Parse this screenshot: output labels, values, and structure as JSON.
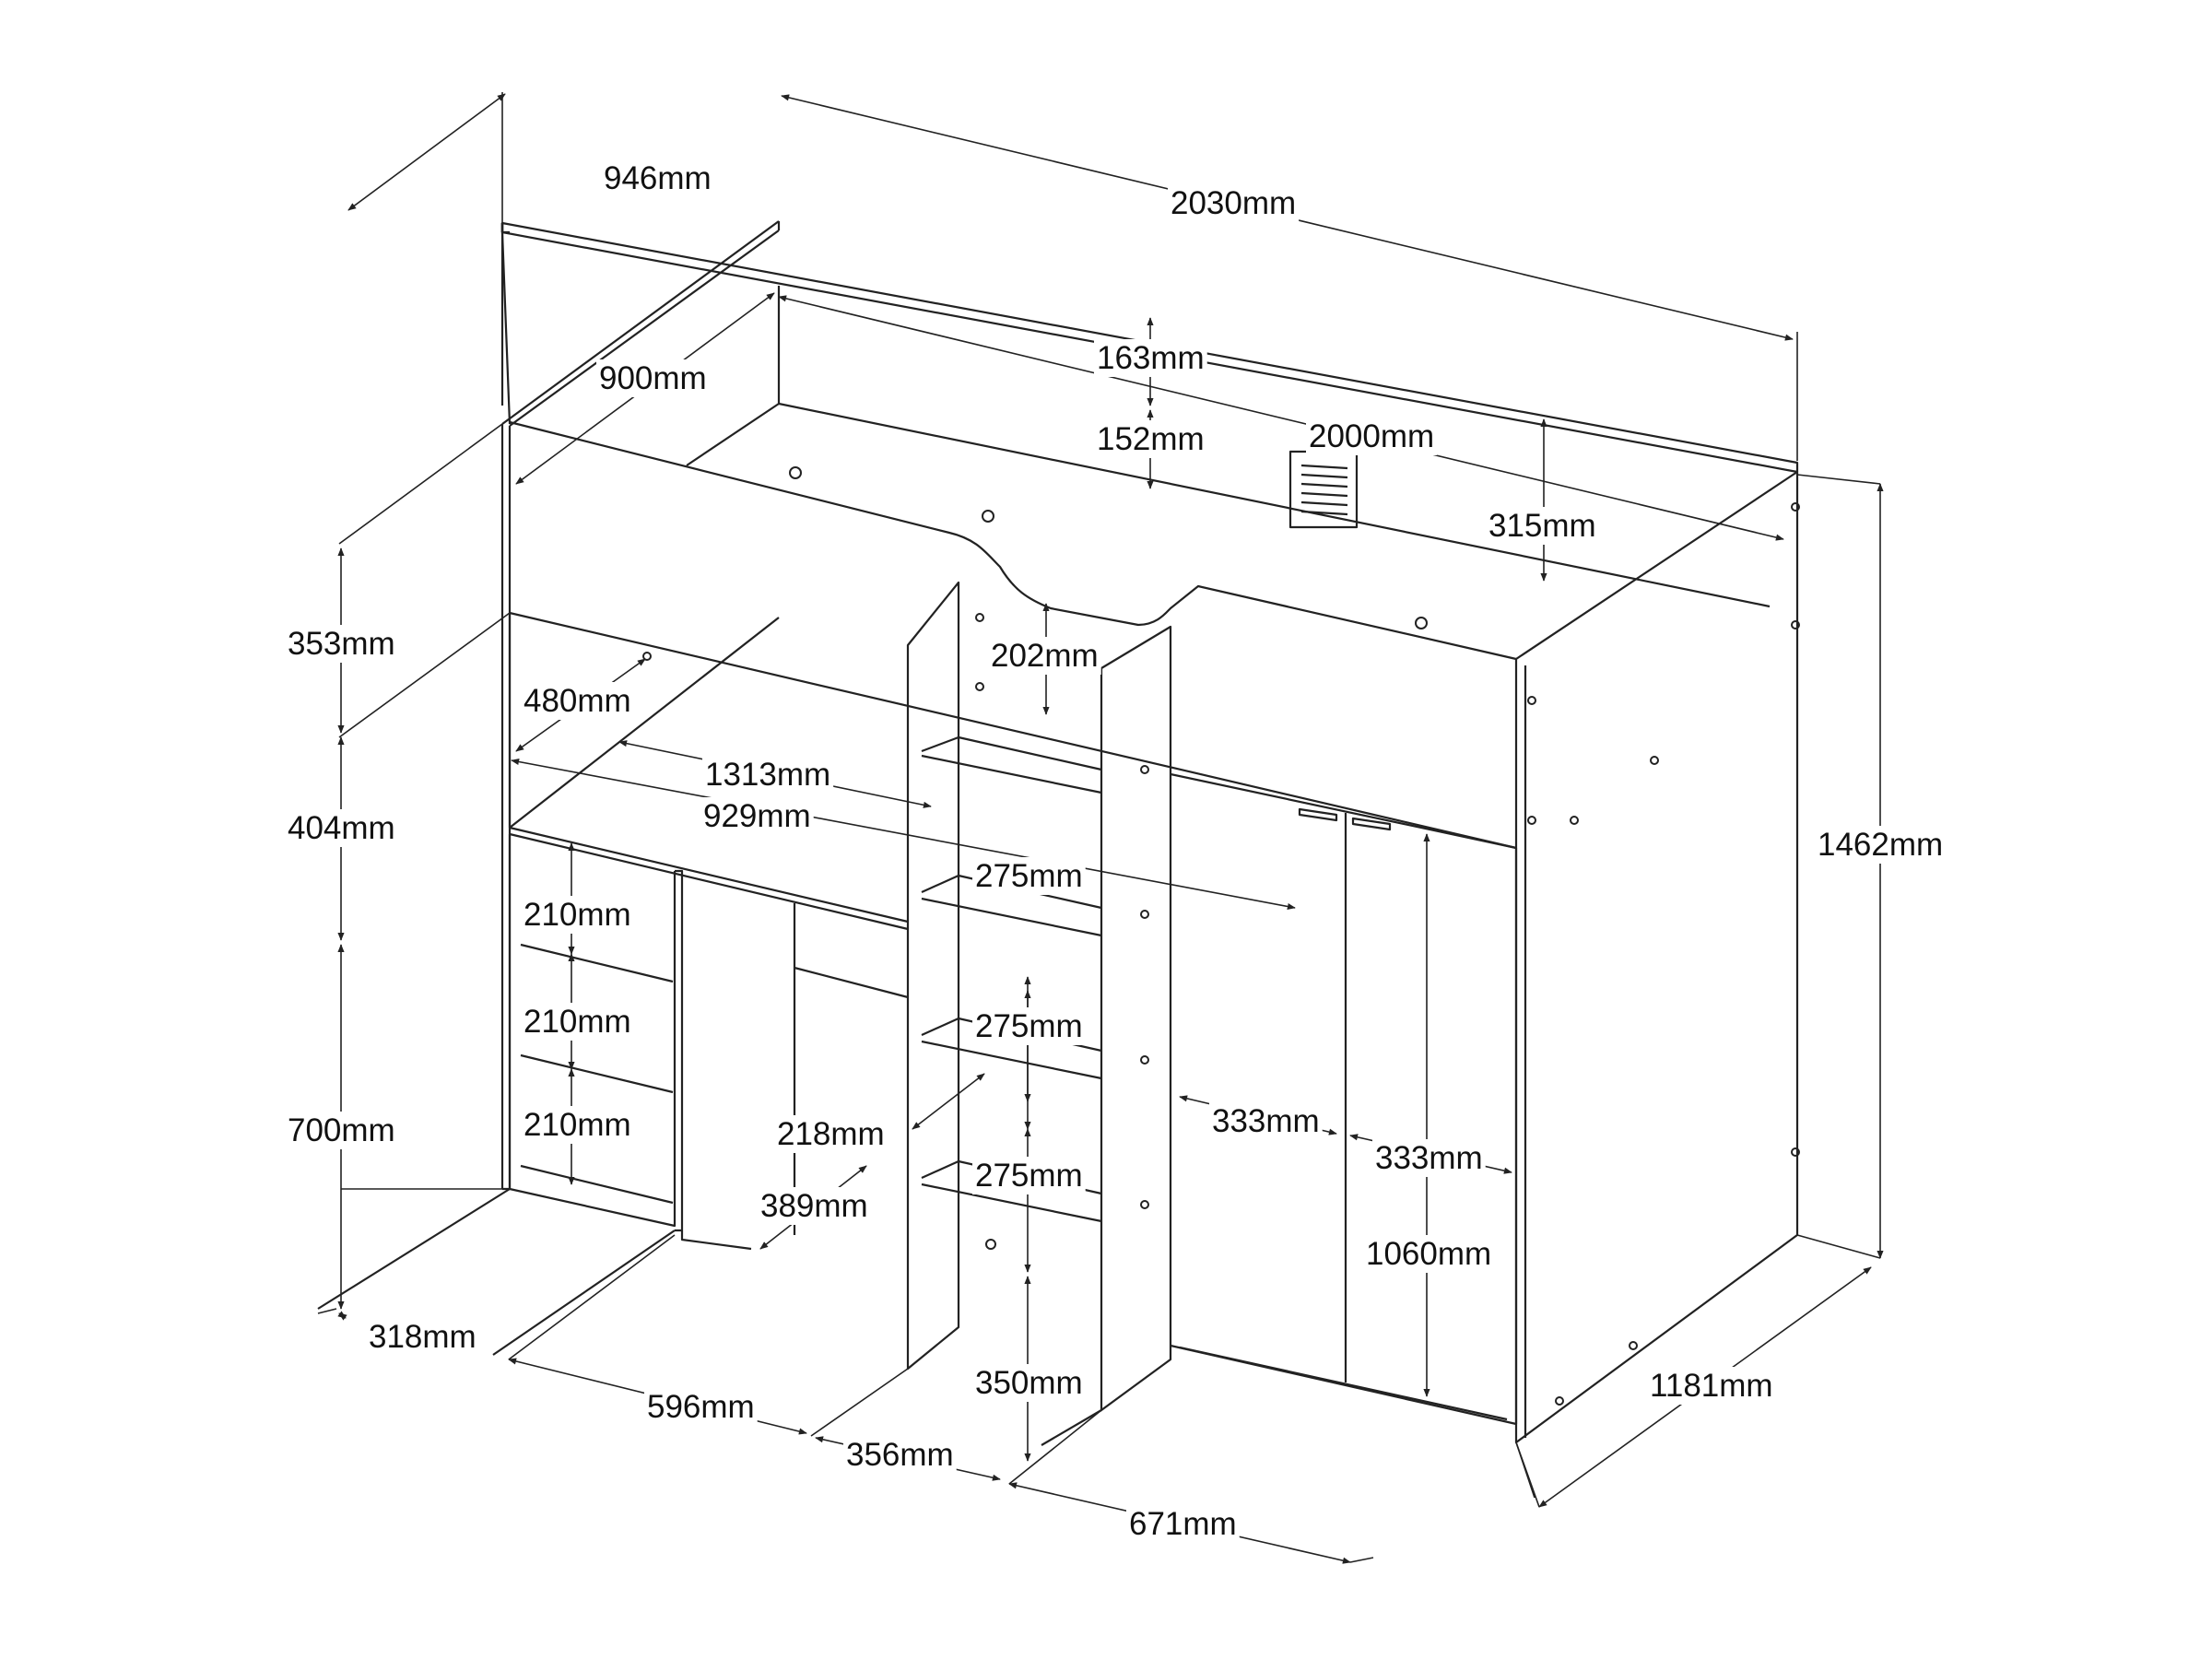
{
  "colors": {
    "line": "#222222",
    "label": "#111111",
    "background": "#ffffff"
  },
  "dimensions": {
    "overall_depth": "946mm",
    "overall_length": "2030mm",
    "mattress_width": "900mm",
    "top_gap": "163mm",
    "guard_height": "152mm",
    "mattress_length": "2000mm",
    "rail_height": "315mm",
    "ladder_gap": "202mm",
    "upper_shelf_height": "353mm",
    "desk_back_height": "480mm",
    "desk_width_long": "1313mm",
    "desk_width": "929mm",
    "mid_height": "404mm",
    "step_1": "275mm",
    "step_2": "275mm",
    "step_3": "275mm",
    "drawer_1": "210mm",
    "drawer_2": "210mm",
    "drawer_3": "210mm",
    "desk_height": "700mm",
    "shelf_depth": "218mm",
    "kneehole_depth": "389mm",
    "wardrobe_door_left": "333mm",
    "wardrobe_door_right": "333mm",
    "wardrobe_height": "1060mm",
    "overall_height": "1462mm",
    "bottom_step": "350mm",
    "drawer_unit_depth": "318mm",
    "desk_opening": "596mm",
    "ladder_depth": "356mm",
    "wardrobe_width": "671mm",
    "wardrobe_depth": "1181mm"
  }
}
